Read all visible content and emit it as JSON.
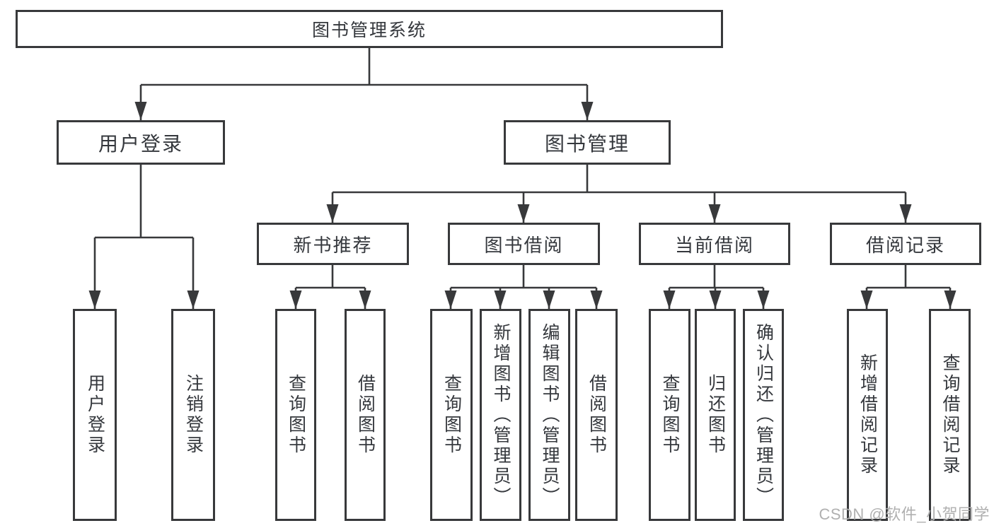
{
  "diagram": {
    "root": {
      "label": "图书管理系统"
    },
    "branches": [
      {
        "label": "用户登录",
        "children": [
          {
            "label": "用户登录"
          },
          {
            "label": "注销登录"
          }
        ]
      },
      {
        "label": "图书管理",
        "children": [
          {
            "label": "新书推荐",
            "children": [
              {
                "label": "查询图书"
              },
              {
                "label": "借阅图书"
              }
            ]
          },
          {
            "label": "图书借阅",
            "children": [
              {
                "label": "查询图书"
              },
              {
                "label": "新增图书（管理员）"
              },
              {
                "label": "编辑图书（管理员）"
              },
              {
                "label": "借阅图书"
              }
            ]
          },
          {
            "label": "当前借阅",
            "children": [
              {
                "label": "查询图书"
              },
              {
                "label": "归还图书"
              },
              {
                "label": "确认归还（管理员）"
              }
            ]
          },
          {
            "label": "借阅记录",
            "children": [
              {
                "label": "新增借阅记录"
              },
              {
                "label": "查询借阅记录"
              }
            ]
          }
        ]
      }
    ]
  },
  "watermark": {
    "text": "CSDN @软件_小贺同学",
    "color": "#b0b0b0"
  },
  "colors": {
    "line": "#38393b",
    "box_border": "#38393b",
    "text": "#35383d",
    "background": "#ffffff"
  }
}
